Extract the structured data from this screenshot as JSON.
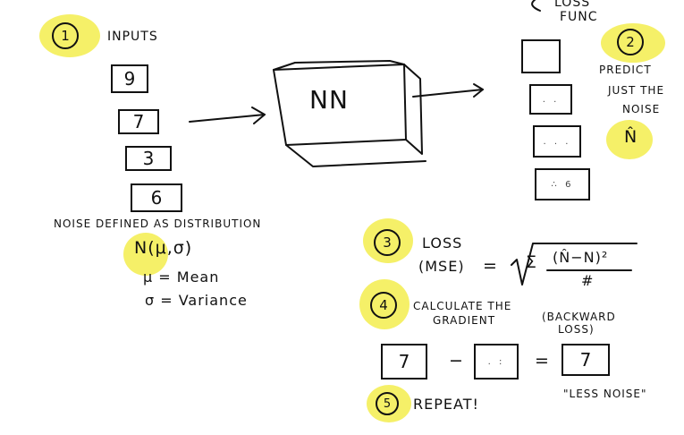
{
  "colors": {
    "highlight": "#f4ee58",
    "ink": "#111111"
  },
  "steps": {
    "s1": {
      "number": "1",
      "label": "INPUTS"
    },
    "s2": {
      "number": "2",
      "lines": [
        "PREDICT",
        "JUST THE",
        "NOISE"
      ],
      "symbol": "N̂"
    },
    "s3": {
      "number": "3",
      "label": "LOSS",
      "sublabel": "(MSE)",
      "eq": "=",
      "formula_num": "(N̂−N)²",
      "formula_den": "#"
    },
    "s4": {
      "number": "4",
      "line1": "CALCULATE THE",
      "line2": "GRADIENT",
      "backward": "(BACKWARD",
      "backward2": "LOSS)"
    },
    "s5": {
      "number": "5",
      "label": "REPEAT!"
    }
  },
  "loss_func": {
    "line1": "LOSS",
    "line2": "FUNC"
  },
  "nn_label": "NN",
  "inputs": [
    "9",
    "7",
    "3",
    "6"
  ],
  "noise": {
    "title": "NOISE  DEFINED AS DISTRIBUTION",
    "symbol": "N(μ,σ)",
    "mu_def": "μ = Mean",
    "sigma_def": "σ = Variance"
  },
  "gradient_eq": {
    "minus": "−",
    "equals": "=",
    "result": "7",
    "first": "7",
    "caption": "\"LESS NOISE\""
  }
}
